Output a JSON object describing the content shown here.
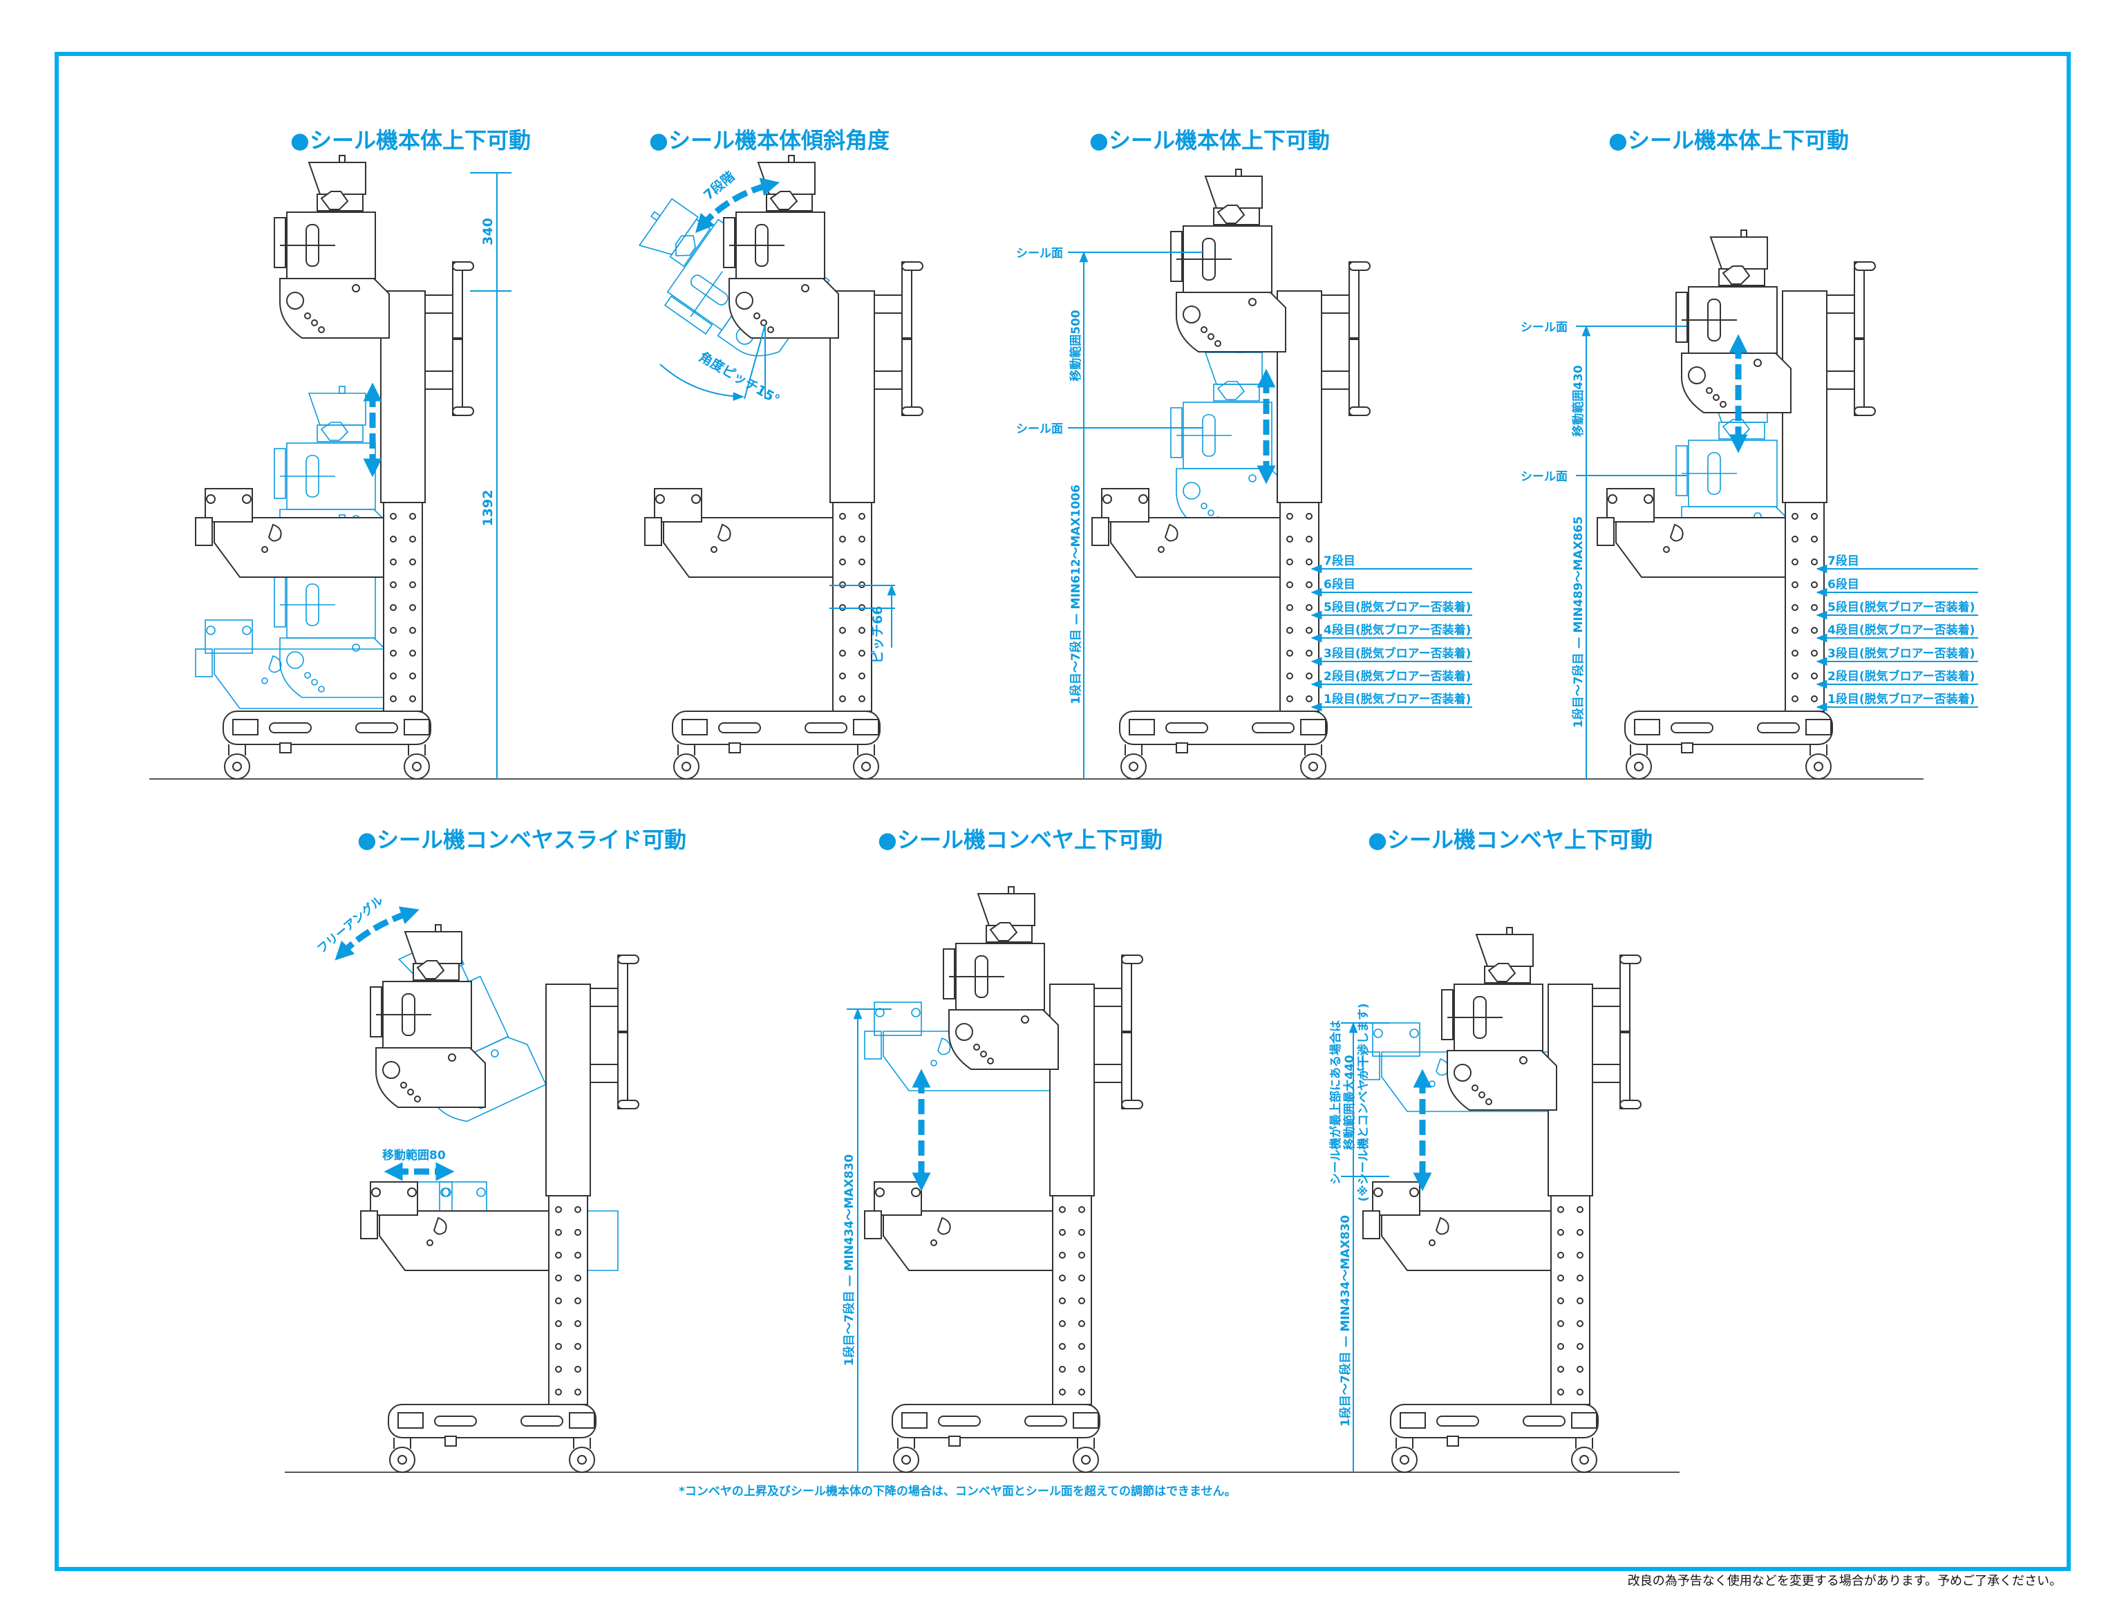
{
  "titles": [
    "●シール機本体上下可動",
    "●シール機本体傾斜角度",
    "●シール機本体上下可動",
    "●シール機本体上下可動",
    "●シール機コンベヤスライド可動",
    "●シール機コンベヤ上下可動",
    "●シール機コンベヤ上下可動"
  ],
  "m1": {
    "dim_top": "340",
    "dim_total": "1392"
  },
  "m2": {
    "steps_label": "7段階",
    "angle_pitch": "角度ピッチ15°",
    "pitch": "ピッチ66"
  },
  "m3": {
    "seal_face_upper": "シール面",
    "seal_face_lower": "シール面",
    "travel": "移動範囲500",
    "range": "1段目～7段目 — MIN612～MAX1006",
    "steps": [
      "7段目",
      "6段目",
      "5段目(脱気ブロアー否装着)",
      "4段目(脱気ブロアー否装着)",
      "3段目(脱気ブロアー否装着)",
      "2段目(脱気ブロアー否装着)",
      "1段目(脱気ブロアー否装着)"
    ]
  },
  "m4": {
    "seal_face_upper": "シール面",
    "seal_face_lower": "シール面",
    "travel": "移動範囲430",
    "range": "1段目～7段目 — MIN489～MAX865",
    "steps": [
      "7段目",
      "6段目",
      "5段目(脱気ブロアー否装着)",
      "4段目(脱気ブロアー否装着)",
      "3段目(脱気ブロアー否装着)",
      "2段目(脱気ブロアー否装着)",
      "1段目(脱気ブロアー否装着)"
    ]
  },
  "m5": {
    "free_angle": "フリーアングル",
    "slide": "移動範囲80"
  },
  "m6": {
    "range": "1段目～7段目 — MIN434～MAX830"
  },
  "m7": {
    "note_lines": [
      "シール機が最上部にある場合は",
      "移動範囲最大440",
      "(※シール機とコンベヤが干渉します)"
    ],
    "range": "1段目～7段目 — MIN434～MAX830"
  },
  "notes": {
    "conveyor_note": "*コンベヤの上昇及びシール機本体の下降の場合は、コンベヤ面とシール面を超えての調節はできません。",
    "disclaimer": "改良の為予告なく使用などを変更する場合があります。予めご了承ください。"
  },
  "colors": {
    "accent": "#0a9be0",
    "border": "#00aeef",
    "line": "#333333"
  }
}
